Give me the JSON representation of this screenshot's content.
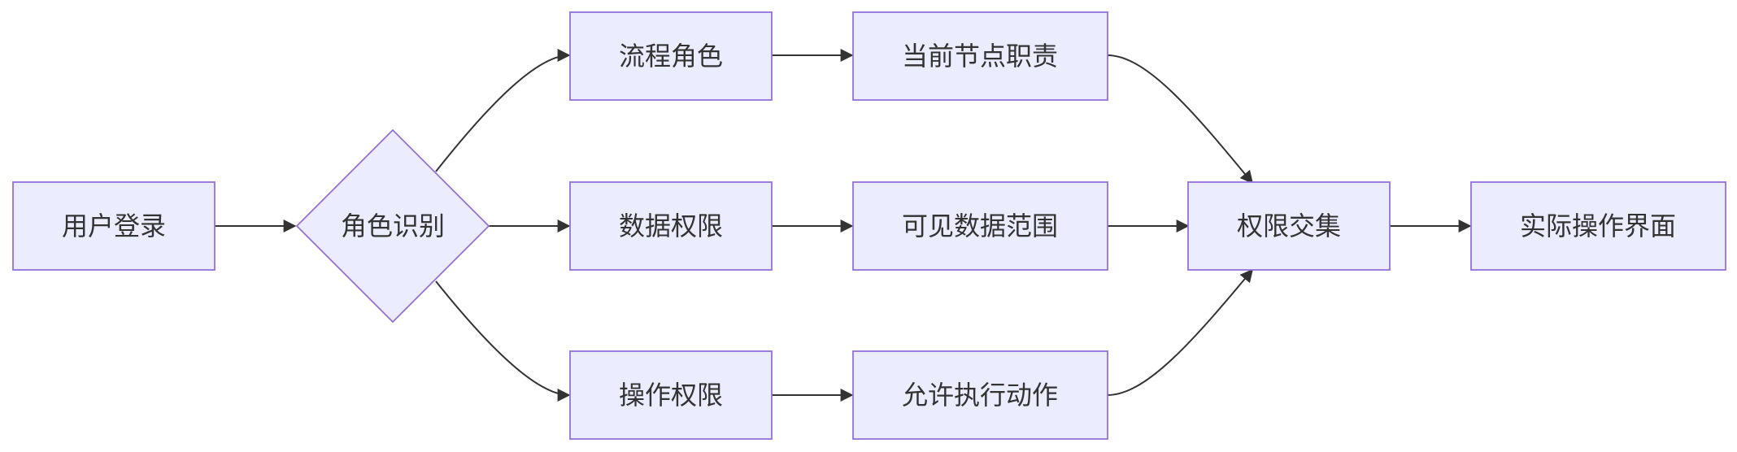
{
  "diagram": {
    "type": "flowchart",
    "direction": "left-to-right",
    "colors": {
      "node_fill": "#ECECFF",
      "node_border": "#9370DB",
      "edge": "#333333",
      "text": "#333333"
    },
    "nodes": {
      "login": {
        "label": "用户登录",
        "shape": "rect"
      },
      "role_identify": {
        "label": "角色识别",
        "shape": "diamond"
      },
      "process_role": {
        "label": "流程角色",
        "shape": "rect"
      },
      "data_perm": {
        "label": "数据权限",
        "shape": "rect"
      },
      "op_perm": {
        "label": "操作权限",
        "shape": "rect"
      },
      "node_duty": {
        "label": "当前节点职责",
        "shape": "rect"
      },
      "visible_scope": {
        "label": "可见数据范围",
        "shape": "rect"
      },
      "allowed_actions": {
        "label": "允许执行动作",
        "shape": "rect"
      },
      "perm_intersect": {
        "label": "权限交集",
        "shape": "rect"
      },
      "actual_ui": {
        "label": "实际操作界面",
        "shape": "rect"
      }
    },
    "edges": [
      {
        "from": "用户登录",
        "to": "角色识别"
      },
      {
        "from": "角色识别",
        "to": "流程角色"
      },
      {
        "from": "角色识别",
        "to": "数据权限"
      },
      {
        "from": "角色识别",
        "to": "操作权限"
      },
      {
        "from": "流程角色",
        "to": "当前节点职责"
      },
      {
        "from": "数据权限",
        "to": "可见数据范围"
      },
      {
        "from": "操作权限",
        "to": "允许执行动作"
      },
      {
        "from": "当前节点职责",
        "to": "权限交集"
      },
      {
        "from": "可见数据范围",
        "to": "权限交集"
      },
      {
        "from": "允许执行动作",
        "to": "权限交集"
      },
      {
        "from": "权限交集",
        "to": "实际操作界面"
      }
    ]
  }
}
